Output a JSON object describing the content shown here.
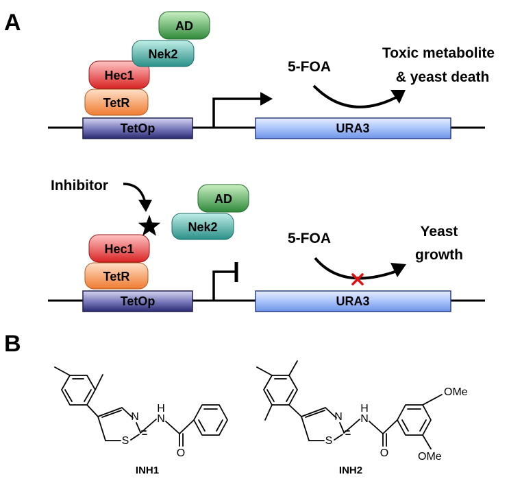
{
  "panels": {
    "a": "A",
    "b": "B"
  },
  "top": {
    "proteins": {
      "ad": "AD",
      "nek2": "Nek2",
      "hec1": "Hec1",
      "tetr": "TetR"
    },
    "operator": "TetOp",
    "gene": "URA3",
    "substrate": "5-FOA",
    "outcome_line1": "Toxic metabolite",
    "outcome_line2": "& yeast death"
  },
  "bottom": {
    "inhibitor": "Inhibitor",
    "proteins": {
      "ad": "AD",
      "nek2": "Nek2",
      "hec1": "Hec1",
      "tetr": "TetR"
    },
    "operator": "TetOp",
    "gene": "URA3",
    "substrate": "5-FOA",
    "outcome_line1": "Yeast",
    "outcome_line2": "growth"
  },
  "compounds": [
    {
      "name": "INH1",
      "atoms": {
        "n_ring": "N",
        "s_ring": "S",
        "nh": "N",
        "h": "H",
        "o": "O"
      }
    },
    {
      "name": "INH2",
      "atoms": {
        "n_ring": "N",
        "s_ring": "S",
        "nh": "N",
        "h": "H",
        "o": "O",
        "ome_top": "OMe",
        "ome_bottom": "OMe"
      }
    }
  ],
  "colors": {
    "ad": "#3f9a4a",
    "nek2": "#3aa39a",
    "hec1": "#e63a3a",
    "tetr": "#f08a45",
    "tetop": "#3b3b86",
    "ura3": "#7fa6ee",
    "block_mark": "#e01010"
  }
}
